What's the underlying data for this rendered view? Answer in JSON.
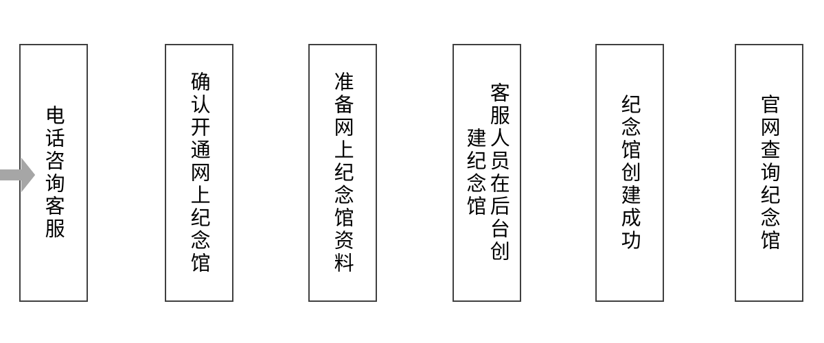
{
  "diagram": {
    "type": "process-flow",
    "orientation": "left-to-right",
    "text_direction": "vertical-rl",
    "background_color": "#ffffff",
    "node_border_color": "#3f3f3f",
    "node_fill_color": "#ffffff",
    "node_text_color": "#000000",
    "arrow_color": "#a6a6a6",
    "node_count": 6,
    "arrow_count": 5,
    "nodes": [
      {
        "id": "step-1",
        "label": "电话咨询客服",
        "columns": 1
      },
      {
        "id": "step-2",
        "label": "确认开通网上纪念馆",
        "columns": 1
      },
      {
        "id": "step-3",
        "label": "准备网上纪念馆资料",
        "columns": 1
      },
      {
        "id": "step-4",
        "label": "客服人员在后台创建纪念馆",
        "columns": 2
      },
      {
        "id": "step-5",
        "label": "纪念馆创建成功",
        "columns": 1
      },
      {
        "id": "step-6",
        "label": "官网查询纪念馆",
        "columns": 1
      }
    ],
    "arrows": [
      {
        "id": "arrow-1",
        "from": "step-1",
        "to": "step-2"
      },
      {
        "id": "arrow-2",
        "from": "step-2",
        "to": "step-3"
      },
      {
        "id": "arrow-3",
        "from": "step-3",
        "to": "step-4"
      },
      {
        "id": "arrow-4",
        "from": "step-4",
        "to": "step-5"
      },
      {
        "id": "arrow-5",
        "from": "step-5",
        "to": "step-6"
      }
    ]
  }
}
